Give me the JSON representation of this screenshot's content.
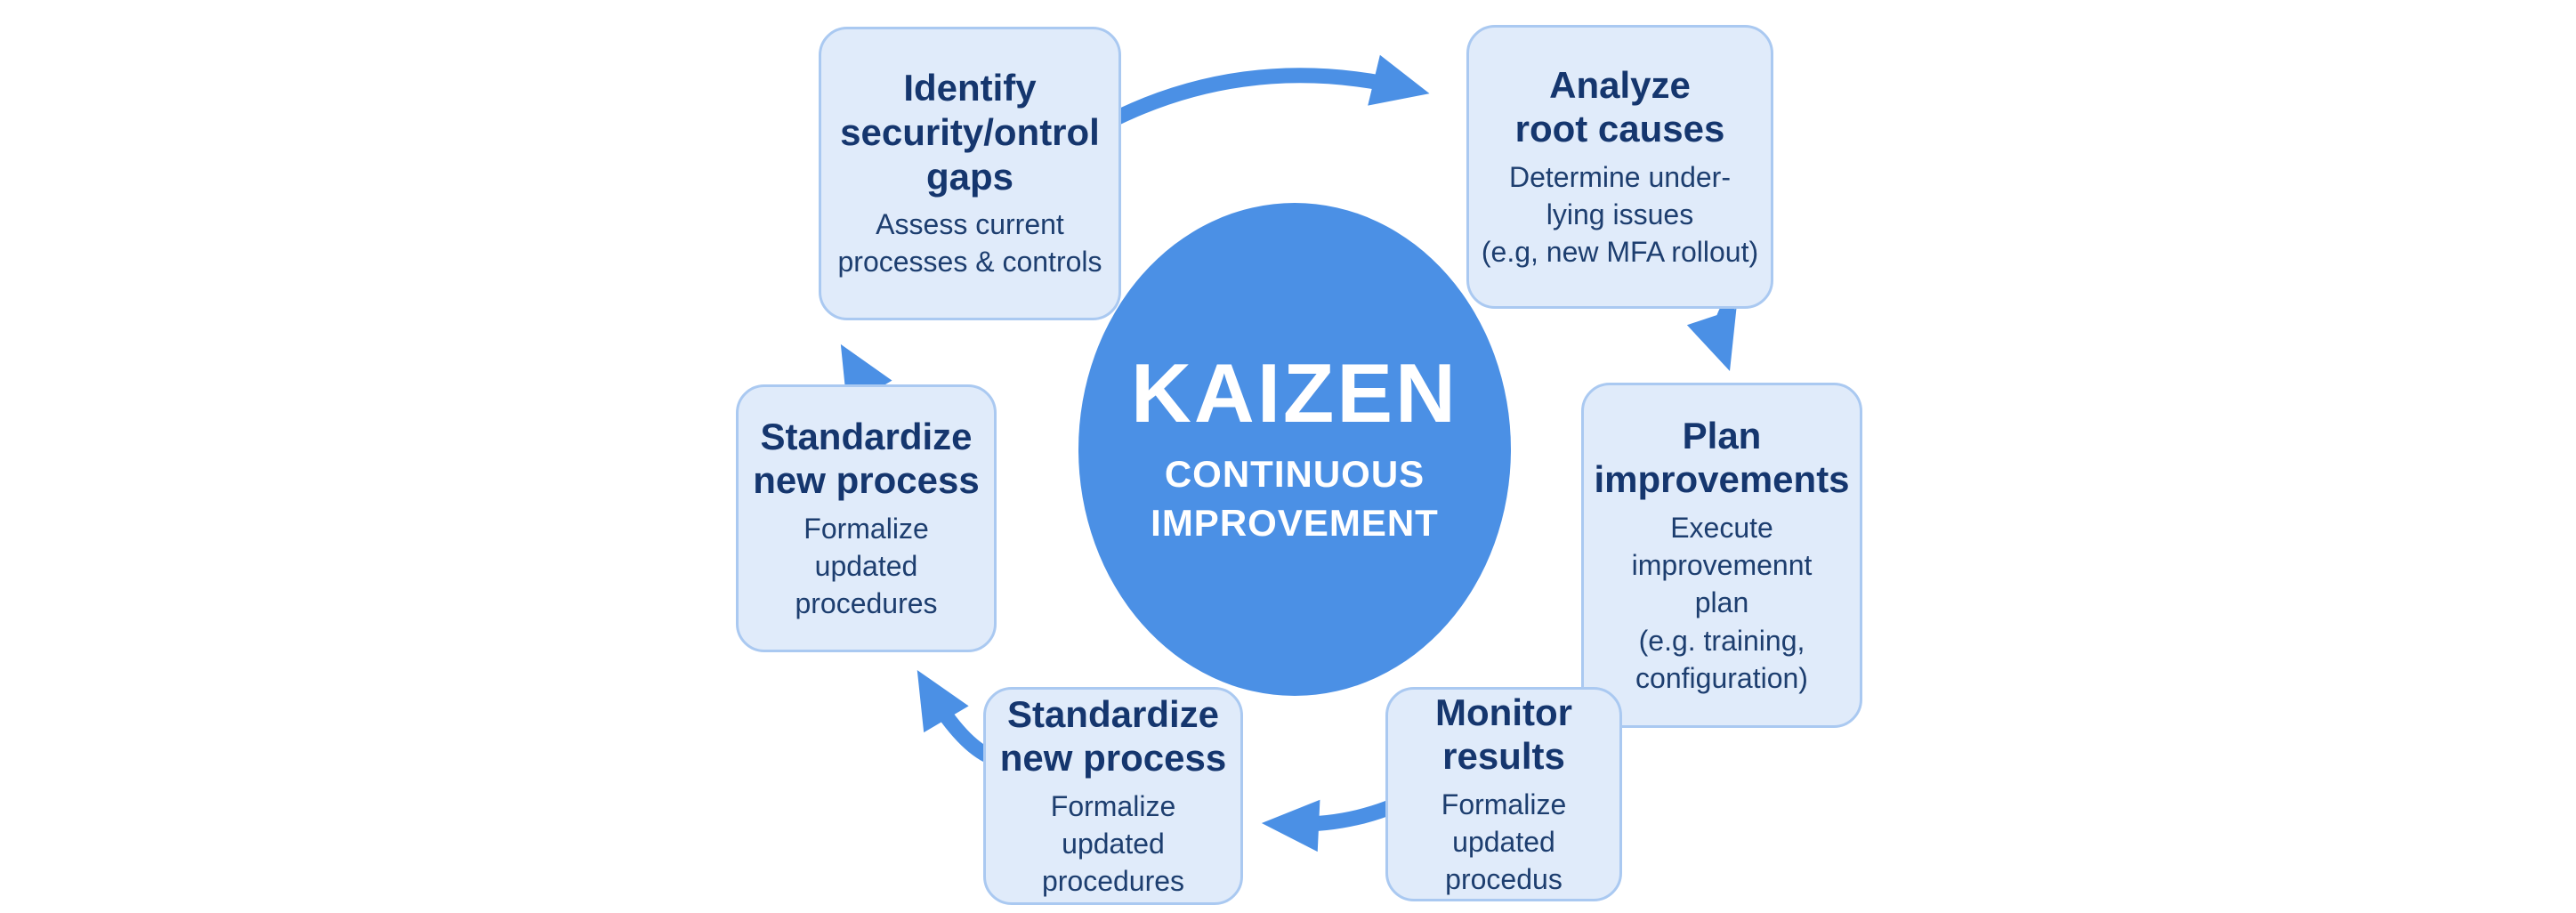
{
  "diagram": {
    "center": {
      "title": "KAIZEN",
      "subtitle": "CONTINUOUS\nIMPROVEMENT"
    },
    "nodes": [
      {
        "id": "identify",
        "title": "Identify\nsecurity/ontrol\ngaps",
        "body": "Assess current\nprocesses & controls"
      },
      {
        "id": "analyze",
        "title": "Analyze\nroot causes",
        "body": "Determine under-\nlying issues\n(e.g, new MFA rollout)"
      },
      {
        "id": "plan",
        "title": "Plan\nimprovements",
        "body": "Execute\nimprovemennt\nplan\n(e.g. training,\nconfiguration)"
      },
      {
        "id": "monitor",
        "title": "Monitor\nresults",
        "body": "Formalize\nupdated procedus"
      },
      {
        "id": "standardize-bottom",
        "title": "Standardize\nnew process",
        "body": "Formalize\nupdated procedures"
      },
      {
        "id": "standardize-left",
        "title": "Standardize\nnew process",
        "body": "Formalize\nupdated\nprocedures"
      }
    ],
    "colors": {
      "accent": "#4b90e5",
      "box_fill": "#e0ebfa",
      "box_border": "#aac9f1",
      "heading_text": "#15366e",
      "body_text": "#1d3e6f",
      "center_text": "#ffffff",
      "canvas_bg": "#ffffff"
    }
  }
}
